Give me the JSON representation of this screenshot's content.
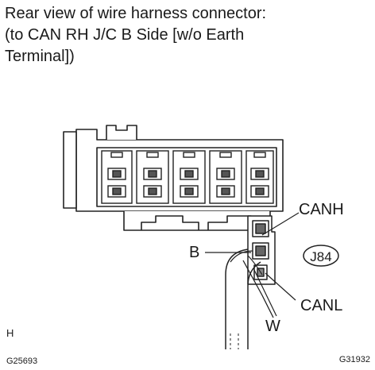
{
  "caption": {
    "line1": "Rear view of wire harness connector:",
    "line2": "(to CAN RH J/C B Side [w/o Earth",
    "line3": "Terminal])"
  },
  "labels": {
    "canh": "CANH",
    "canl": "CANL",
    "b": "B",
    "w": "W",
    "connector_id": "J84",
    "h": "H"
  },
  "figure_codes": {
    "left": "G25693",
    "right": "G31932"
  }
}
